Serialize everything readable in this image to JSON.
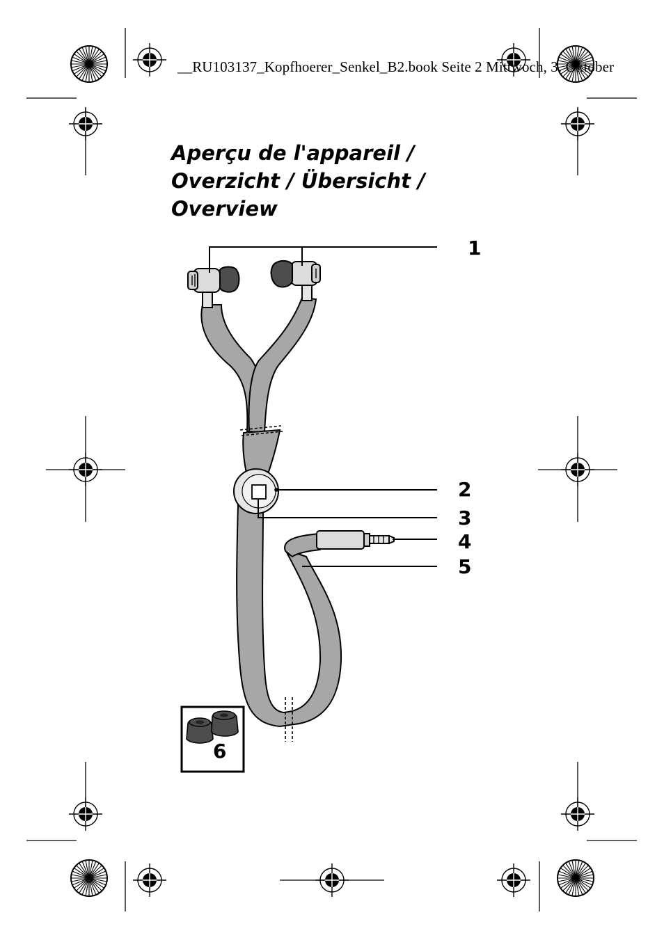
{
  "header": {
    "slug": "__RU103137_Kopfhoerer_Senkel_B2.book  Seite 2  Mittwoch, 3. Oktober"
  },
  "title": {
    "line1": "Aperçu de l'appareil /",
    "line2": "Overzicht / Übersicht /",
    "line3": "Overview"
  },
  "callouts": {
    "c1": "1",
    "c2": "2",
    "c3": "3",
    "c4": "4",
    "c5": "5",
    "c6": "6"
  },
  "colors": {
    "cable_gray": "#a7a7a7",
    "eartip_dark": "#4d4d4d",
    "metal_light": "#dcdcdc"
  }
}
